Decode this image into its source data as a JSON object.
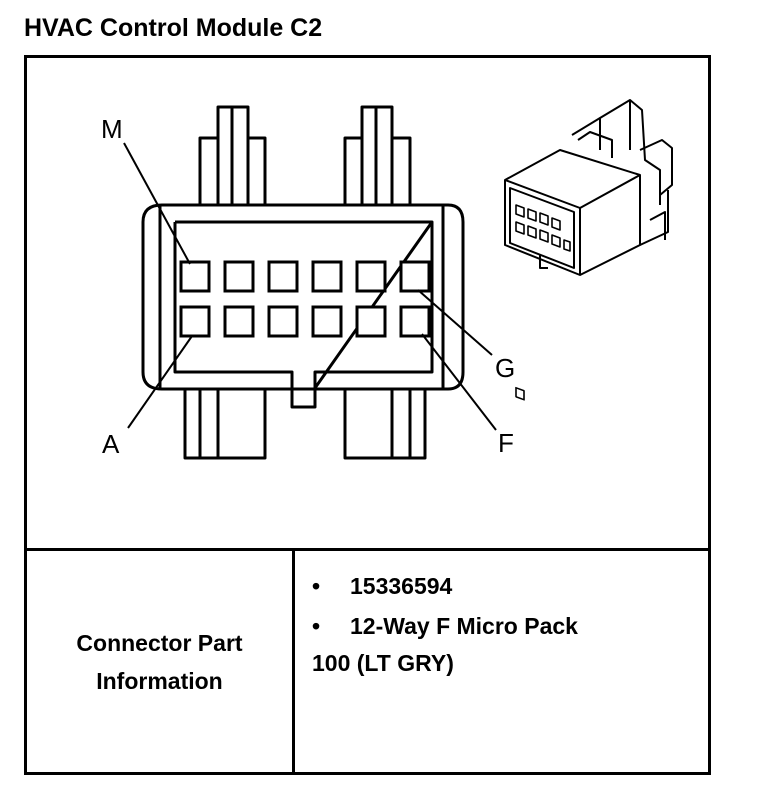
{
  "title": "HVAC Control Module C2",
  "diagram": {
    "pin_labels": {
      "top_left": "M",
      "bottom_left": "A",
      "top_right": "G",
      "bottom_right": "F"
    }
  },
  "table": {
    "left_label_line1": "Connector Part",
    "left_label_line2": "Information",
    "bullets": [
      "15336594",
      "12-Way F Micro Pack"
    ],
    "continuation": "100 (LT GRY)"
  }
}
